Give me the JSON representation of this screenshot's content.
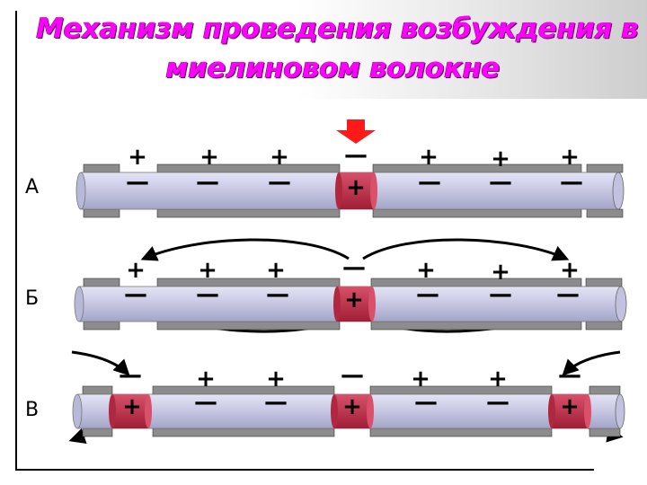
{
  "title": {
    "line1": "Механизм проведения возбуждения в",
    "line2": "миелиновом волокне"
  },
  "rows": [
    {
      "label": "А"
    },
    {
      "label": "Б"
    },
    {
      "label": "В"
    }
  ],
  "signs": {
    "plus": "+",
    "minus": "—"
  },
  "colors": {
    "title": "#ff00ff",
    "axon": "#c8c8e6",
    "active_node": "#c0304a",
    "myelin": "#8c8c8c",
    "stimulus_arrow": "#ff1a1a"
  }
}
